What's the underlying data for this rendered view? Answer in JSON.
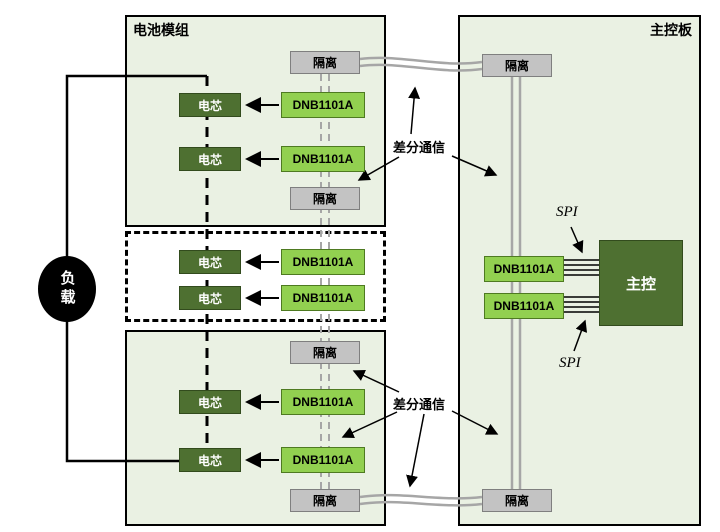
{
  "labels": {
    "battery_module": "电池模组",
    "main_board": "主控板",
    "load": "负载",
    "cell": "电芯",
    "chip": "DNB1101A",
    "isolation": "隔离",
    "diff_comm": "差分通信",
    "spi": "SPI",
    "mcu": "主控"
  },
  "colors": {
    "module_bg": "#eaf1e3",
    "chip_green": "#92d050",
    "dark_green": "#4e7031",
    "isolation_gray": "#c3c3c3",
    "bus_gray": "#a6a6a6",
    "wire_black": "#000000"
  }
}
